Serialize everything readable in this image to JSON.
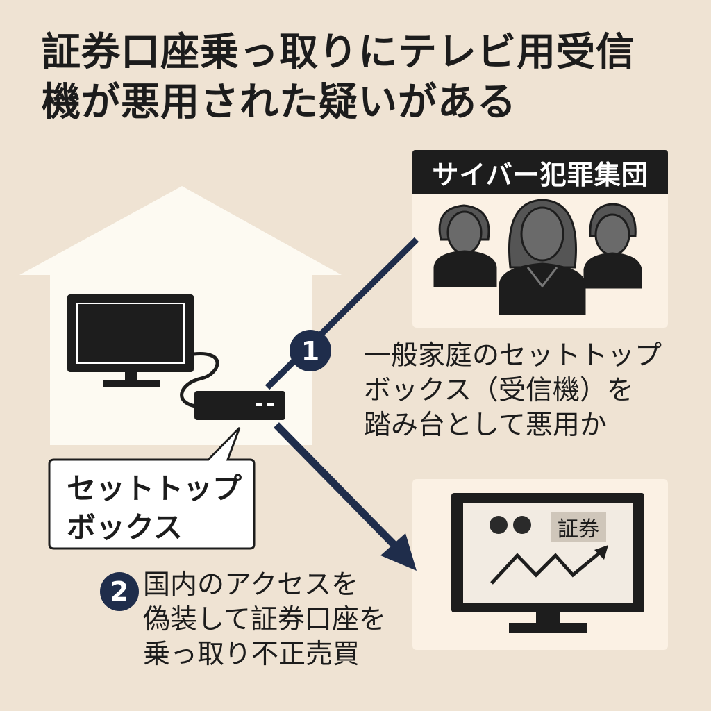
{
  "title": {
    "line1": "証券口座乗っ取りにテレビ用受信",
    "line2": "機が悪用された疑いがある"
  },
  "group": {
    "label": "サイバー犯罪集団"
  },
  "step1": {
    "number": "1",
    "lines": [
      "一般家庭のセットトップ",
      "ボックス（受信機）を",
      "踏み台として悪用か"
    ]
  },
  "step2": {
    "number": "2",
    "lines": [
      "国内のアクセスを",
      "偽装して証券口座を",
      "乗っ取り不正売買"
    ]
  },
  "callout": {
    "lines": [
      "セットトップ",
      "ボックス"
    ]
  },
  "screen": {
    "label": "証券"
  },
  "colors": {
    "background": "#efe3d3",
    "navy": "#1f2d4b",
    "card": "#fbf1e4",
    "house": "#fdfaf2"
  }
}
